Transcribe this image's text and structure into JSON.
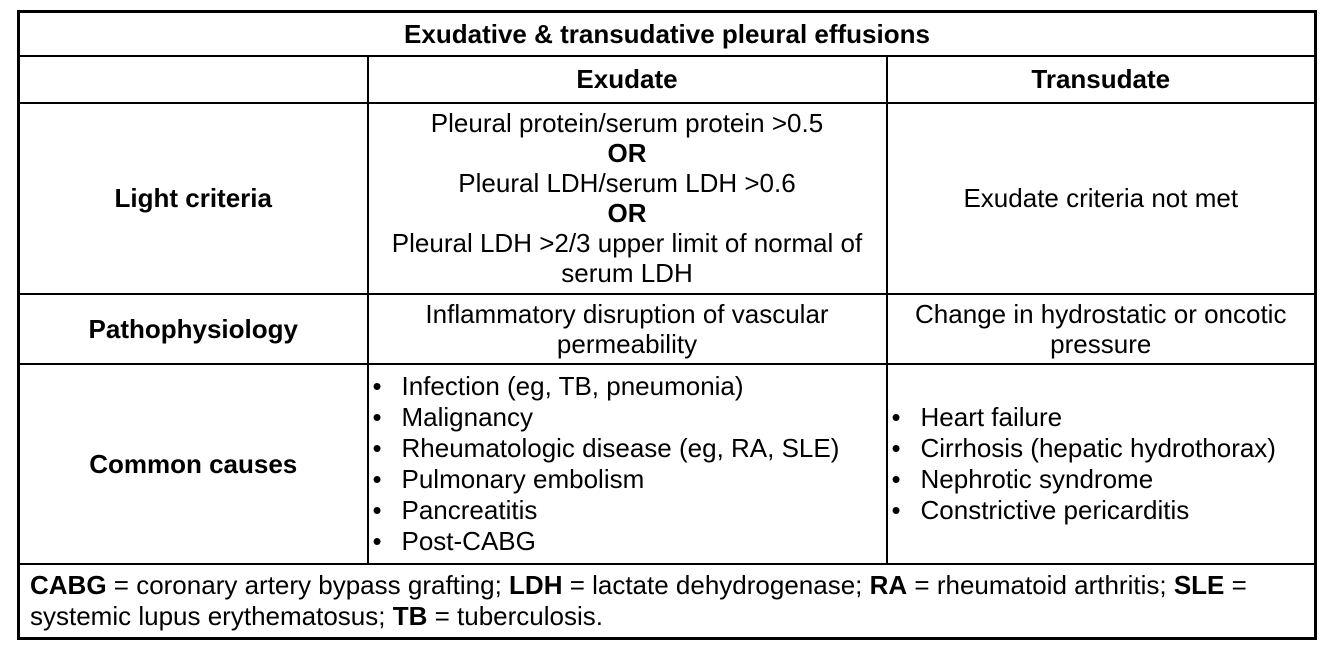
{
  "table": {
    "title": "Exudative & transudative pleural effusions",
    "columns": {
      "exudate": "Exudate",
      "transudate": "Transudate"
    },
    "rows": {
      "light_criteria": {
        "label": "Light criteria",
        "exudate_lines": [
          {
            "text": "Pleural protein/serum protein >0.5"
          },
          {
            "text": "OR",
            "bold": true
          },
          {
            "text": "Pleural LDH/serum LDH >0.6"
          },
          {
            "text": "OR",
            "bold": true
          },
          {
            "text": "Pleural LDH >2/3 upper limit of normal of serum LDH"
          }
        ],
        "transudate": "Exudate criteria not met"
      },
      "pathophysiology": {
        "label": "Pathophysiology",
        "exudate": "Inflammatory disruption of vascular permeability",
        "transudate": "Change in hydrostatic or oncotic pressure"
      },
      "common_causes": {
        "label": "Common causes",
        "exudate_items": [
          {
            "text": "Infection (eg, TB, pneumonia)"
          },
          {
            "text": "Malignancy"
          },
          {
            "text": "Rheumatologic disease (eg, RA, SLE)"
          },
          {
            "text": "Pulmonary embolism"
          },
          {
            "text": "Pancreatitis"
          },
          {
            "text": "Post-CABG"
          }
        ],
        "transudate_items": [
          {
            "text": "Heart failure"
          },
          {
            "text": "Cirrhosis (hepatic hydrothorax)"
          },
          {
            "text": "Nephrotic syndrome"
          },
          {
            "text": "Constrictive pericarditis"
          }
        ]
      }
    },
    "footnote": {
      "segments": [
        {
          "text": "CABG",
          "bold": true
        },
        {
          "text": " = coronary artery bypass grafting; "
        },
        {
          "text": "LDH",
          "bold": true
        },
        {
          "text": " = lactate dehydrogenase; "
        },
        {
          "text": "RA",
          "bold": true
        },
        {
          "text": " = rheumatoid arthritis; "
        },
        {
          "text": "SLE",
          "bold": true
        },
        {
          "text": " = systemic lupus erythematosus; "
        },
        {
          "text": "TB",
          "bold": true
        },
        {
          "text": " = tuberculosis."
        }
      ]
    },
    "colors": {
      "border": "#000000",
      "text": "#000000",
      "background": "#ffffff"
    }
  }
}
